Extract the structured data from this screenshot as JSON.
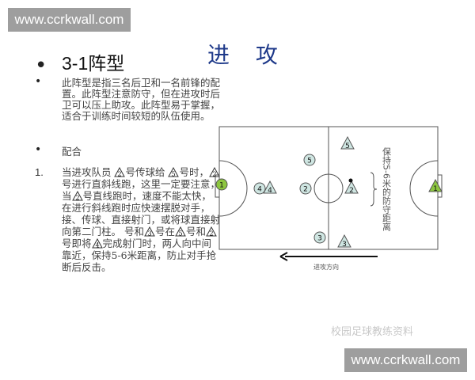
{
  "watermark": {
    "site": "www.ccrkwall.com",
    "account": "校园足球教练资料"
  },
  "slide": {
    "title": "进 攻",
    "heading": "3-1阵型",
    "bullet_1": "此阵型是指三名后卫和一名前锋的配置。此阵型注意防守，但在进攻时后卫可以压上助攻。此阵型易于掌握，适合于训练时间较短的队伍使用。",
    "bullet_2": "配合",
    "item_number": "1.",
    "item_text": [
      {
        "t": "当进攻队员 "
      },
      {
        "tri": "2"
      },
      {
        "t": "号传球给 "
      },
      {
        "tri": "5"
      },
      {
        "t": "号时，"
      },
      {
        "tri": "2"
      },
      {
        "t": "号进行直斜线跑，这里一定要注意，当"
      },
      {
        "tri": "2"
      },
      {
        "t": "号直线跑时，速度不能太快，在进行斜线跑时应快速摆脱对手，接、传球、直接射门，或将球直接射向第二门柱。 号和"
      },
      {
        "tri": "3"
      },
      {
        "t": "号在"
      },
      {
        "tri": "5"
      },
      {
        "t": "号和"
      },
      {
        "tri": "2"
      },
      {
        "t": "号即将"
      },
      {
        "tri": "4"
      },
      {
        "t": "完成射门时，两人向中间靠近，保持5-6米距离，防止对手抢断后反击。"
      }
    ]
  },
  "diagram": {
    "defense_note": "保持5-6米的防守距离",
    "direction_label": "进攻方向",
    "colors": {
      "goalkeeper": "#8dc63f",
      "player_fill": "#cfe6e2",
      "line": "#555555"
    },
    "attackers": [
      {
        "n": "1",
        "role": "goalkeeper"
      },
      {
        "n": "4"
      },
      {
        "n": "2"
      },
      {
        "n": "5"
      },
      {
        "n": "3"
      }
    ],
    "defenders": [
      {
        "n": "4"
      },
      {
        "n": "5"
      },
      {
        "n": "2"
      },
      {
        "n": "3"
      },
      {
        "n": "1",
        "role": "goalkeeper"
      }
    ]
  }
}
